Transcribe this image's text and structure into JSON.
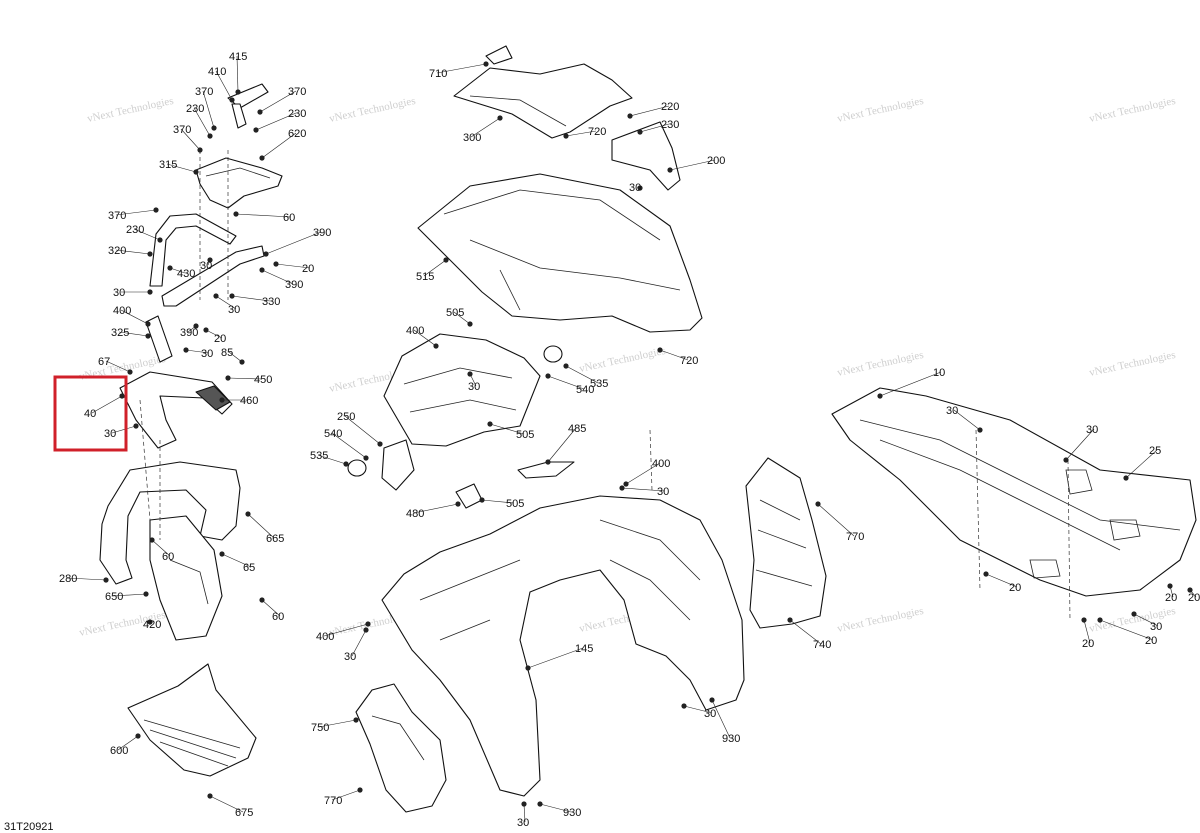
{
  "diagram": {
    "reference_code": "31T20921",
    "watermark": "vNext Technologies",
    "highlight_color": "#d0202a",
    "line_color": "#111111",
    "labels": [
      "415",
      "410",
      "370",
      "370",
      "230",
      "230",
      "370",
      "620",
      "315",
      "60",
      "370",
      "230",
      "390",
      "320",
      "20",
      "430",
      "30",
      "390",
      "30",
      "30",
      "330",
      "400",
      "390",
      "325",
      "20",
      "30",
      "85",
      "67",
      "450",
      "460",
      "40",
      "30",
      "665",
      "60",
      "65",
      "280",
      "650",
      "60",
      "420",
      "600",
      "675",
      "710",
      "220",
      "300",
      "720",
      "230",
      "200",
      "30",
      "515",
      "720",
      "505",
      "400",
      "535",
      "540",
      "250",
      "30",
      "540",
      "535",
      "505",
      "485",
      "400",
      "30",
      "480",
      "505",
      "770",
      "740",
      "400",
      "30",
      "145",
      "30",
      "930",
      "750",
      "770",
      "30",
      "930",
      "10",
      "30",
      "30",
      "25",
      "20",
      "20",
      "20",
      "30",
      "20",
      "20"
    ]
  }
}
